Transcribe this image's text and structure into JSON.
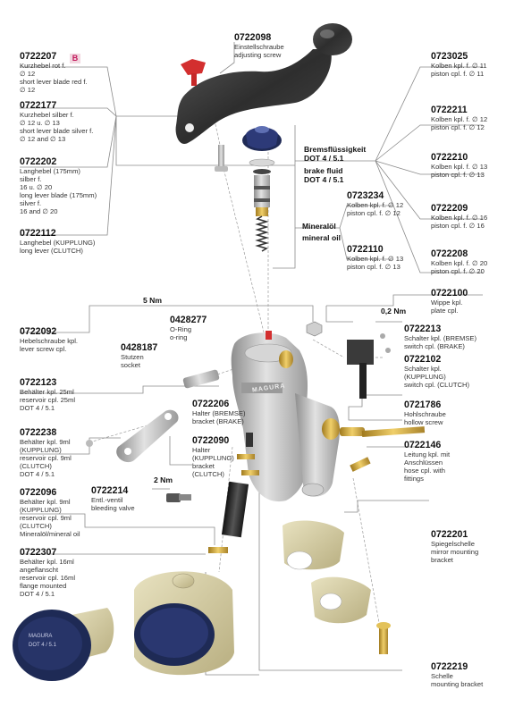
{
  "labels": [
    {
      "id": "l0722207",
      "part": "0722207",
      "lines": [
        "Kurzhebel rot f.",
        "∅ 12",
        "short lever blade red f.",
        "∅ 12"
      ]
    },
    {
      "id": "l0722177",
      "part": "0722177",
      "lines": [
        "Kurzhebel silber f.",
        "∅ 12 u. ∅ 13",
        "short lever blade silver f.",
        "∅ 12 and ∅ 13"
      ]
    },
    {
      "id": "l0722202",
      "part": "0722202",
      "lines": [
        "Langhebel (175mm)",
        "silber f.",
        "16 u. ∅ 20",
        "long lever blade (175mm)",
        "silver f.",
        "16 and ∅ 20"
      ]
    },
    {
      "id": "l0722112",
      "part": "0722112",
      "lines": [
        "Langhebel (KUPPLUNG)",
        "long lever (CLUTCH)"
      ]
    },
    {
      "id": "l0722098",
      "part": "0722098",
      "lines": [
        "Einstellschraube",
        "adjusting screw"
      ]
    },
    {
      "id": "l0723025",
      "part": "0723025",
      "lines": [
        "Kolben kpl. f. ∅ 11",
        "piston cpl. f. ∅ 11"
      ]
    },
    {
      "id": "l0722211",
      "part": "0722211",
      "lines": [
        "Kolben kpl. f. ∅ 12",
        "piston cpl. f. ∅ 12"
      ]
    },
    {
      "id": "l0722210",
      "part": "0722210",
      "lines": [
        "Kolben kpl. f. ∅ 13",
        "piston cpl. f. ∅ 13"
      ]
    },
    {
      "id": "l0722209",
      "part": "0722209",
      "lines": [
        "Kolben kpl. f. ∅ 16",
        "piston cpl. f. ∅ 16"
      ]
    },
    {
      "id": "l0722208",
      "part": "0722208",
      "lines": [
        "Kolben kpl. f. ∅ 20",
        "piston cpl. f. ∅ 20"
      ]
    },
    {
      "id": "l0723234",
      "part": "0723234",
      "lines": [
        "Kolben kpl. f. ∅ 12",
        "piston cpl. f. ∅ 12"
      ]
    },
    {
      "id": "l0722110",
      "part": "0722110",
      "lines": [
        "Kolben kpl. f. ∅ 13",
        "piston cpl. f. ∅ 13"
      ]
    },
    {
      "id": "l0722100",
      "part": "0722100",
      "lines": [
        "Wippe kpl.",
        "plate cpl."
      ]
    },
    {
      "id": "l0722213",
      "part": "0722213",
      "lines": [
        "Schalter kpl. (BREMSE)",
        "switch cpl. (BRAKE)"
      ]
    },
    {
      "id": "l0722102",
      "part": "0722102",
      "lines": [
        "Schalter kpl.",
        "(KUPPLUNG)",
        "switch cpl. (CLUTCH)"
      ]
    },
    {
      "id": "l0721786",
      "part": "0721786",
      "lines": [
        "Hohlschraube",
        "hollow screw"
      ]
    },
    {
      "id": "l0722146",
      "part": "0722146",
      "lines": [
        "Leitung kpl. mit",
        "Anschlüssen",
        "hose cpl. with",
        "fittings"
      ]
    },
    {
      "id": "l0722201",
      "part": "0722201",
      "lines": [
        "Spiegelschelle",
        "mirror mounting",
        "bracket"
      ]
    },
    {
      "id": "l0722219",
      "part": "0722219",
      "lines": [
        "Schelle",
        "mounting bracket"
      ]
    },
    {
      "id": "l0722092",
      "part": "0722092",
      "lines": [
        "Hebelschraube kpl.",
        "lever screw cpl."
      ]
    },
    {
      "id": "l0428277",
      "part": "0428277",
      "lines": [
        "O-Ring",
        "o-ring"
      ]
    },
    {
      "id": "l0428187",
      "part": "0428187",
      "lines": [
        "Stutzen",
        "socket"
      ]
    },
    {
      "id": "l0722123",
      "part": "0722123",
      "lines": [
        "Behälter kpl. 25ml",
        "reservoir cpl. 25ml",
        "DOT 4 / 5.1"
      ]
    },
    {
      "id": "l0722206",
      "part": "0722206",
      "lines": [
        "Halter (BREMSE)",
        "bracket (BRAKE)"
      ]
    },
    {
      "id": "l0722238",
      "part": "0722238",
      "lines": [
        "Behälter kpl. 9ml",
        "(KUPPLUNG)",
        "reservoir cpl. 9ml",
        "(CLUTCH)",
        "DOT 4 / 5.1"
      ]
    },
    {
      "id": "l0722090",
      "part": "0722090",
      "lines": [
        "Halter",
        "(KUPPLUNG)",
        "bracket",
        "(CLUTCH)"
      ]
    },
    {
      "id": "l0722214",
      "part": "0722214",
      "lines": [
        "Entl.-ventil",
        "bleeding valve"
      ]
    },
    {
      "id": "l0722096",
      "part": "0722096",
      "lines": [
        "Behälter kpl. 9ml",
        "(KUPPLUNG)",
        "reservoir cpl. 9ml",
        "(CLUTCH)",
        "Mineralöl/mineral oil"
      ]
    },
    {
      "id": "l0722307",
      "part": "0722307",
      "lines": [
        "Behälter kpl. 16ml",
        "angeflanscht",
        "reservoir cpl. 16ml",
        "flange mounted",
        "DOT 4 / 5.1"
      ]
    }
  ],
  "badge": "B",
  "headings": {
    "brake_fluid_de": "Bremsflüssigkeit",
    "brake_fluid_dot": "DOT 4 / 5.1",
    "brake_fluid_en": "brake fluid",
    "brake_fluid_dot2": "DOT 4 / 5.1",
    "mineral_de": "Mineralöl",
    "mineral_en": "mineral oil"
  },
  "torques": {
    "t5": "5 Nm",
    "t02": "0,2 Nm",
    "t2": "2 Nm"
  },
  "brand": "MAGURA",
  "cap_text": [
    "MAGURA",
    "DOT 4 / 5.1"
  ],
  "colors": {
    "lever": "#3a3a3a",
    "body": "#b9b9b9",
    "red": "#d32f2f",
    "gold": "#c9a13a",
    "cap": "#1e2a55"
  }
}
